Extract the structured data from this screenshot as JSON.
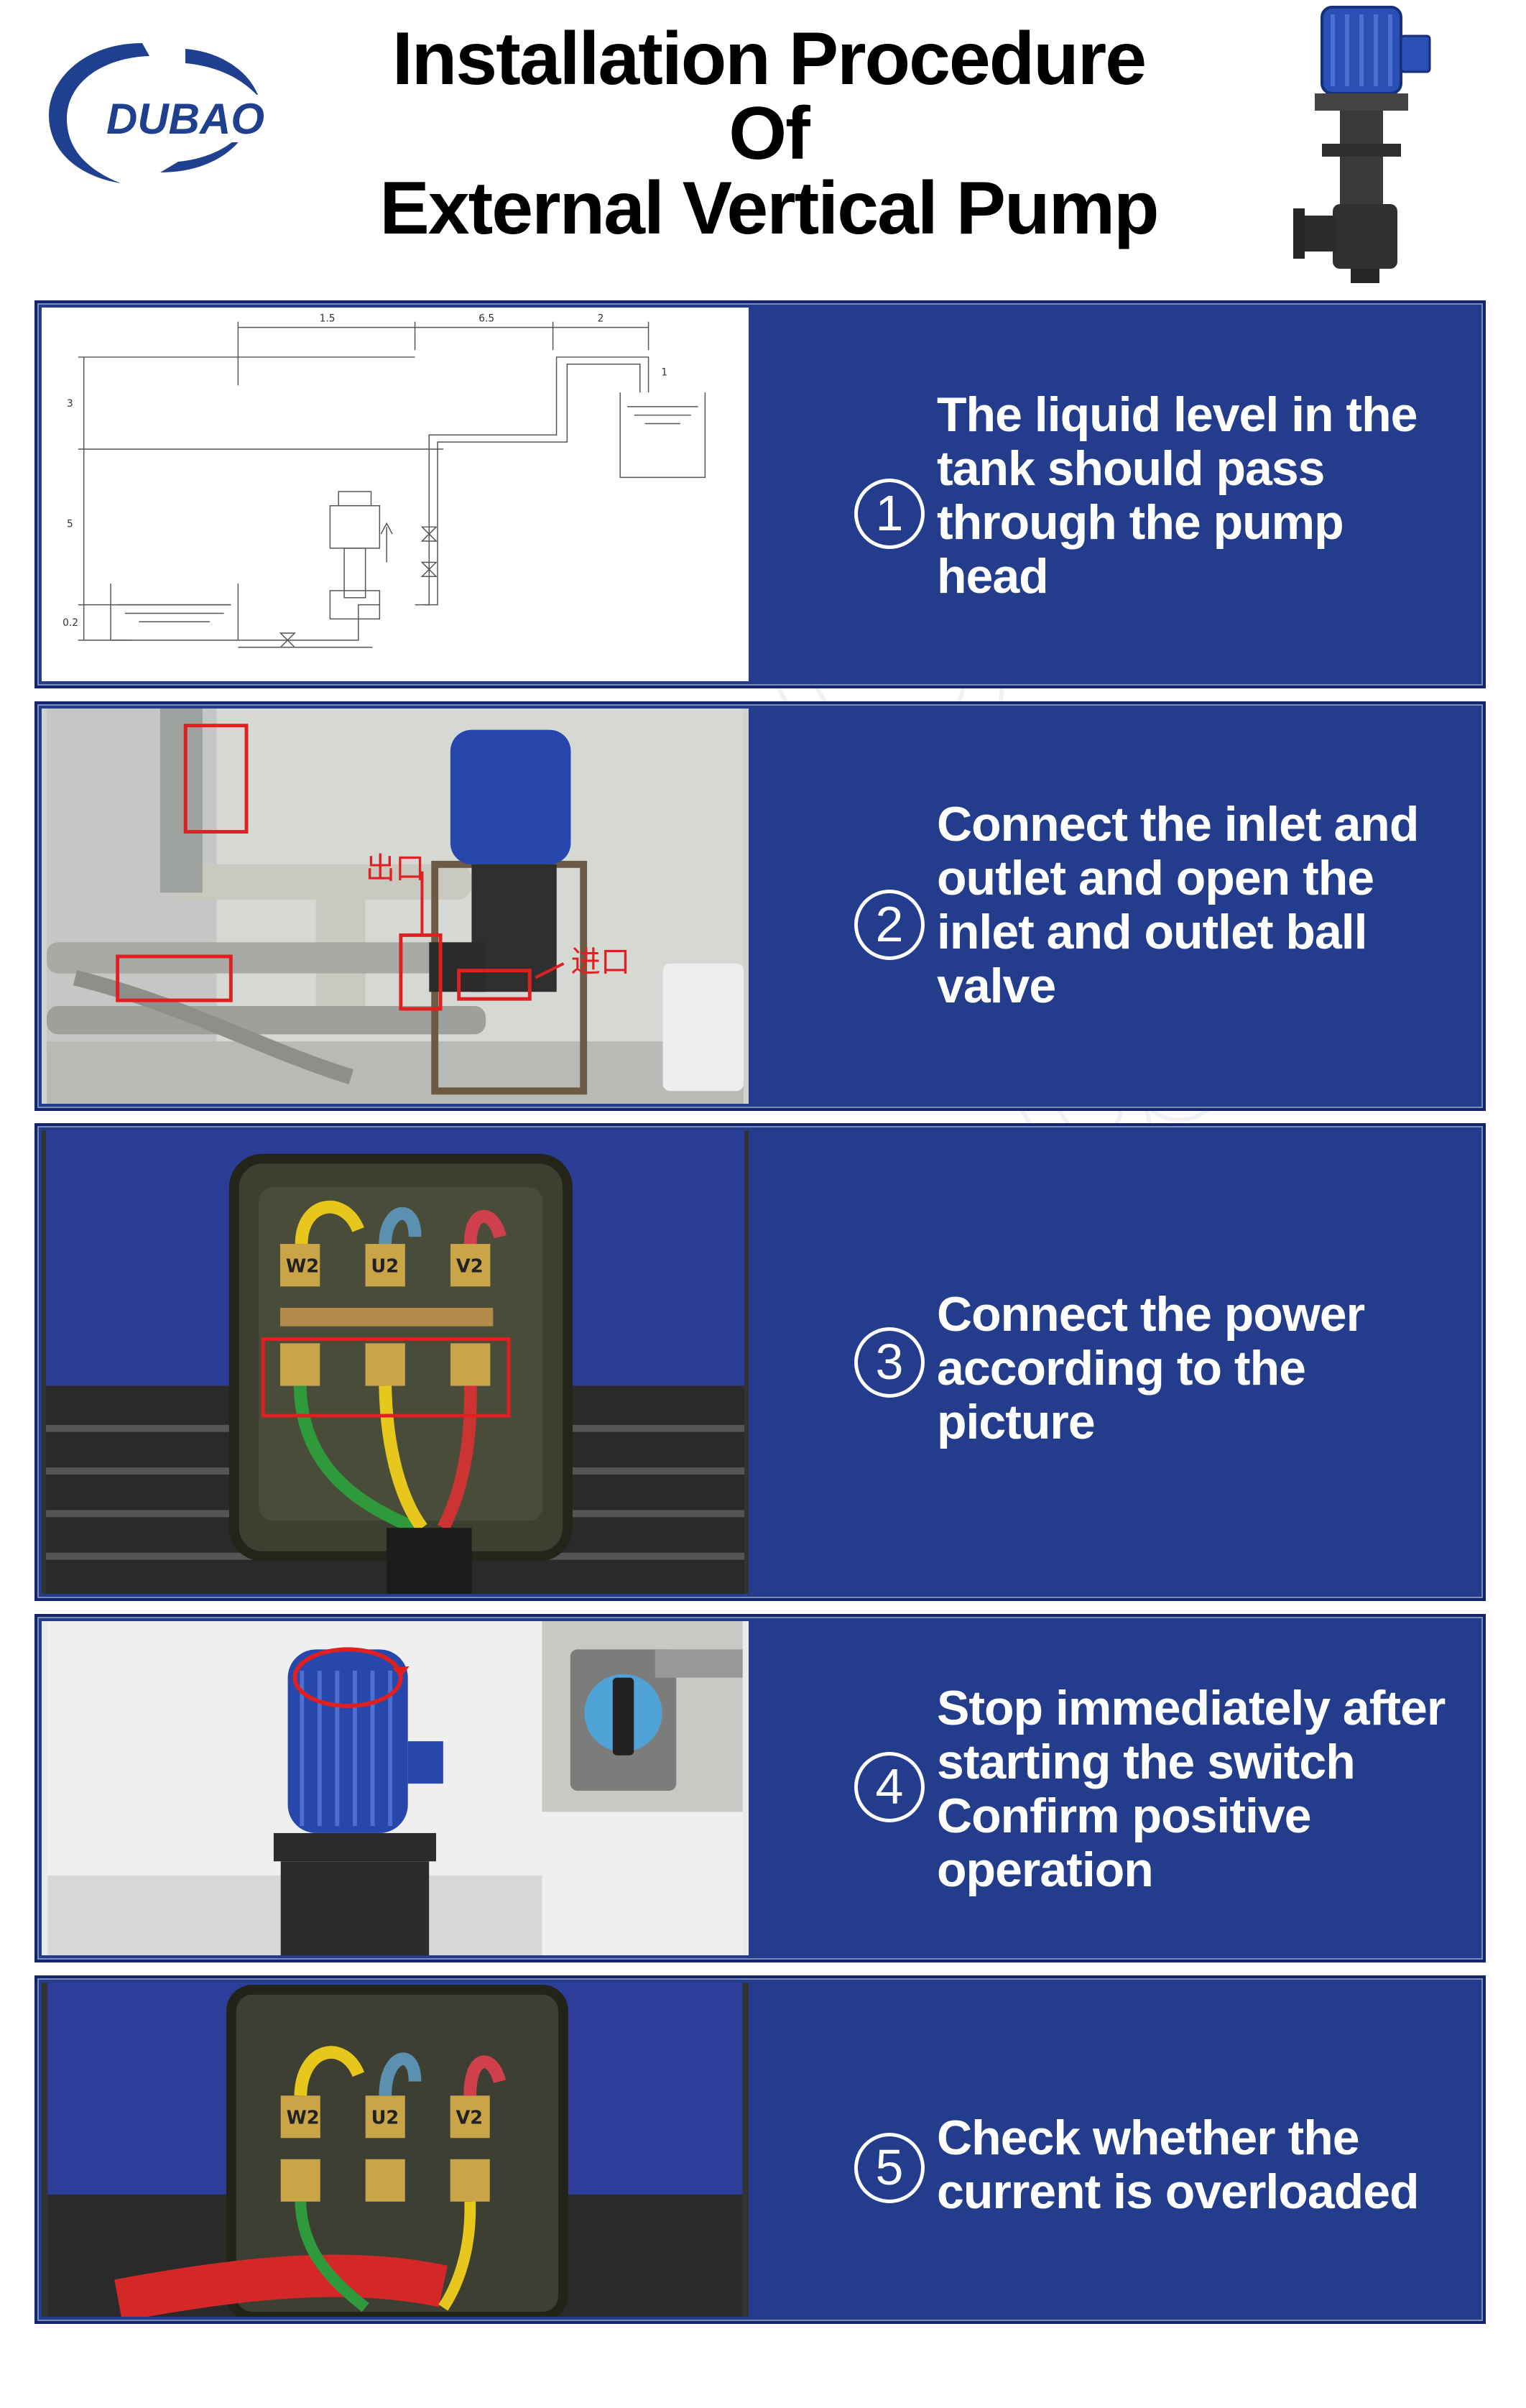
{
  "brand": {
    "logo_text": "DUBAO"
  },
  "title": {
    "line1": "Installation Procedure",
    "line2": "Of",
    "line3": "External Vertical Pump"
  },
  "colors": {
    "panel_blue": "#233c8c",
    "panel_border": "#14256b",
    "marker_red": "#e02020",
    "logo_blue": "#1f3f8f"
  },
  "diagram": {
    "dims_top": [
      "1.5",
      "6.5",
      "2"
    ],
    "dims_side": [
      "3",
      "5",
      "0.2"
    ],
    "dim_small": "1"
  },
  "photo_labels": {
    "outlet": "出口",
    "inlet": "进口"
  },
  "terminal_labels": [
    "W2",
    "U2",
    "V2"
  ],
  "steps": [
    {
      "number": "1",
      "lines": [
        "The liquid level in the",
        "tank should pass",
        "through the pump",
        "head"
      ]
    },
    {
      "number": "2",
      "lines": [
        "Connect the inlet and",
        "outlet and open the",
        "inlet and outlet ball",
        "valve"
      ]
    },
    {
      "number": "3",
      "lines": [
        "Connect the power",
        "according to the",
        "picture"
      ]
    },
    {
      "number": "4",
      "lines": [
        "Stop immediately after",
        "starting the switch",
        "Confirm positive",
        "operation"
      ]
    },
    {
      "number": "5",
      "lines": [
        "Check whether the",
        "current is overloaded"
      ]
    }
  ]
}
